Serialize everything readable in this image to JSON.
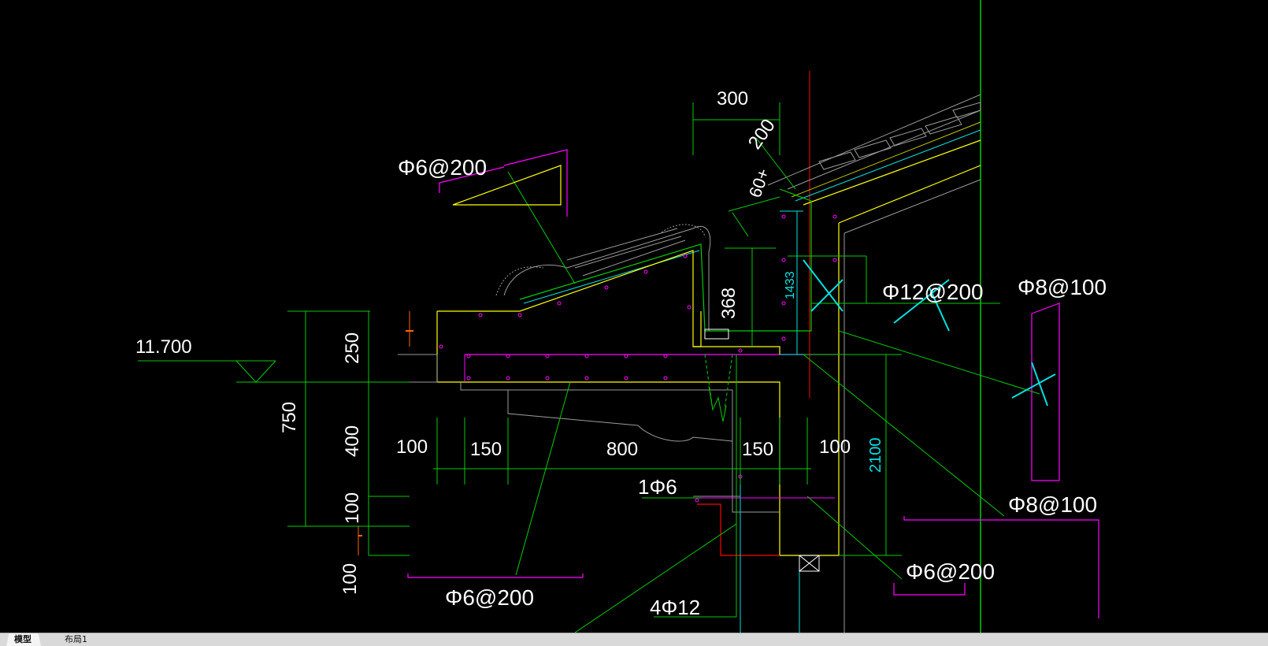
{
  "drawing": {
    "colors": {
      "background": "#000000",
      "dimension": "#00ff00",
      "rebar_callout": "#ff00ff",
      "concrete_outline": "#ffff00",
      "annotation_text": "#ffffff",
      "cyan_dimension": "#00e0e0",
      "axis_line": "#ff0000",
      "roof_tile": "#9a9a9a",
      "leader": "#22ff22"
    },
    "elevation": "11.700",
    "dimensions": {
      "d300": "300",
      "d200": "200",
      "d60": "60+",
      "d368": "368",
      "d1433": "1433",
      "d250": "250",
      "d750": "750",
      "d400": "400",
      "d100_left_a": "100",
      "d100_left_b": "100",
      "d100_row": "100",
      "d150_a": "150",
      "d800": "800",
      "d150_b": "150",
      "d100_right": "100",
      "d2100": "2100"
    },
    "callouts": {
      "phi6_200_top": "Φ6@200",
      "phi12_200": "Φ12@200",
      "phi8_100_top": "Φ8@100",
      "phi8_100_bottom": "Φ8@100",
      "phi6_200_bottom_left": "Φ6@200",
      "phi6_200_bottom_right": "Φ6@200",
      "one_phi6": "1Φ6",
      "four_phi12": "4Φ12"
    }
  },
  "tabs": [
    {
      "label": "模型",
      "active": true
    },
    {
      "label": "布局1",
      "active": false
    }
  ]
}
